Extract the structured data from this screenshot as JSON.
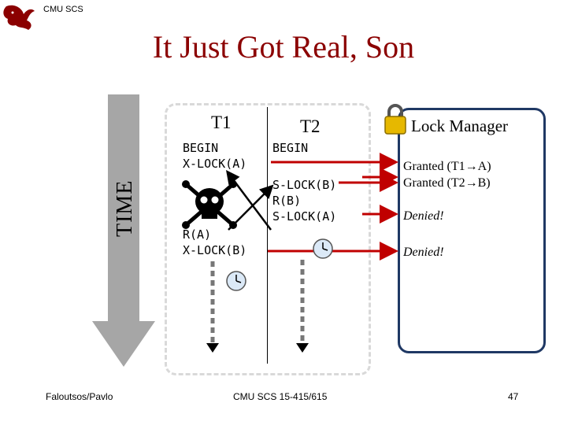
{
  "header": {
    "org_label": "CMU SCS"
  },
  "slide": {
    "title": "It Just Got Real, Son"
  },
  "timeline": {
    "label": "TIME"
  },
  "t1": {
    "name": "T1",
    "ops_top": "BEGIN\nX-LOCK(A)",
    "ops_bottom": "R(A)\nX-LOCK(B)"
  },
  "t2": {
    "name": "T2",
    "ops_top": "BEGIN",
    "ops_bottom": "S-LOCK(B)\nR(B)\nS-LOCK(A)"
  },
  "lock_manager": {
    "title": "Lock Manager",
    "granted_1": "Granted (T1→A)",
    "granted_2": "Granted (T2→B)",
    "denied_1": "Denied!",
    "denied_2": "Denied!"
  },
  "footer": {
    "left": "Faloutsos/Pavlo",
    "center": "CMU SCS 15-415/615",
    "page": "47"
  },
  "colors": {
    "title": "#8b0000",
    "arrow": "#c00000",
    "lm_border": "#1f3864",
    "time_bar": "#a6a6a6"
  }
}
